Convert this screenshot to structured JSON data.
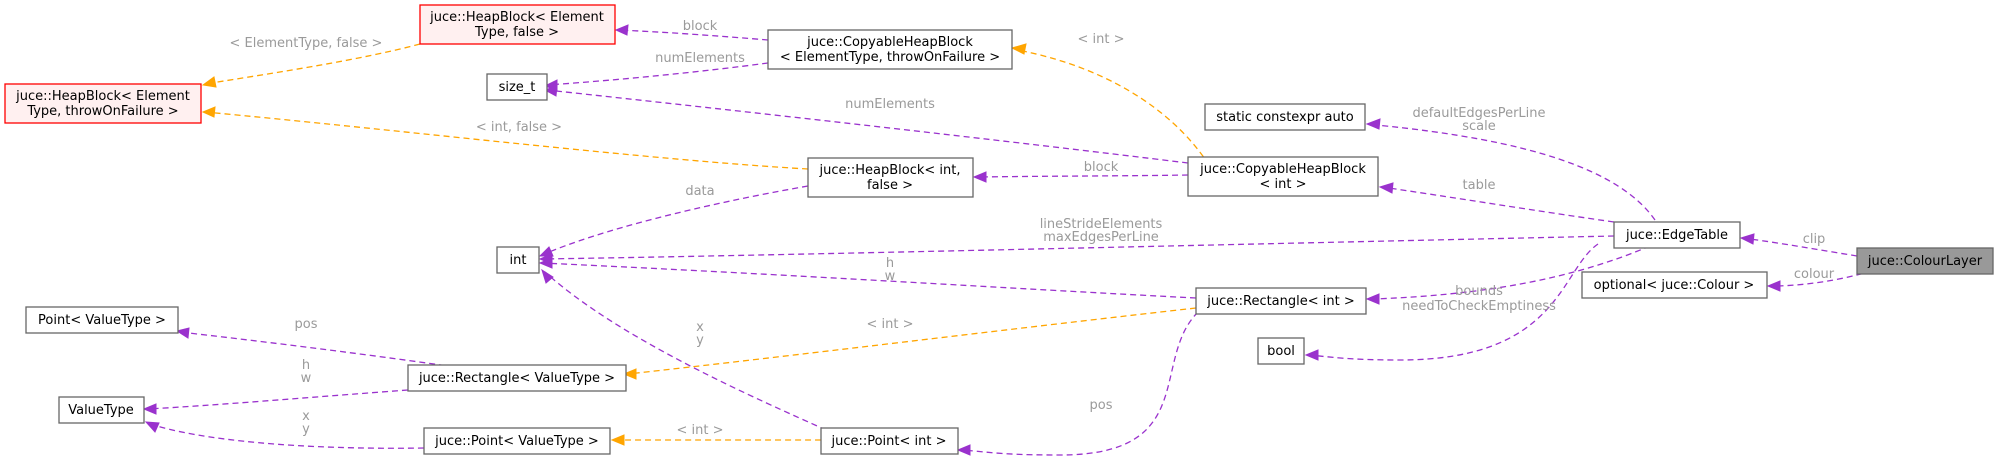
{
  "colors": {
    "edge_member": "#9a32cd",
    "edge_template": "#ffa500",
    "node_border": "#666666",
    "node_border_missing": "#ff0000",
    "focus_fill": "#999999"
  },
  "nodes": {
    "heapblock_element_false": [
      "juce::HeapBlock< Element",
      "Type, false >"
    ],
    "heapblock_element_throw": [
      "juce::HeapBlock< Element",
      "Type, throwOnFailure >"
    ],
    "copyable_element": [
      "juce::CopyableHeapBlock",
      "< ElementType, throwOnFailure >"
    ],
    "size_t": [
      "size_t"
    ],
    "static_constexpr": [
      "static constexpr auto"
    ],
    "heapblock_int_false": [
      "juce::HeapBlock< int,",
      "false >"
    ],
    "copyable_int": [
      "juce::CopyableHeapBlock",
      "< int >"
    ],
    "int": [
      "int"
    ],
    "edgetable": [
      "juce::EdgeTable"
    ],
    "colourlayer": [
      "juce::ColourLayer"
    ],
    "optional_colour": [
      "optional< juce::Colour >"
    ],
    "point_valuetype": [
      "Point< ValueType >"
    ],
    "rectangle_int": [
      "juce::Rectangle< int >"
    ],
    "bool": [
      "bool"
    ],
    "rectangle_valuetype": [
      "juce::Rectangle< ValueType >"
    ],
    "valuetype": [
      "ValueType"
    ],
    "point_juce_valuetype": [
      "juce::Point< ValueType >"
    ],
    "point_int": [
      "juce::Point< int >"
    ]
  },
  "edges": {
    "block_top": [
      "block"
    ],
    "elementtype_false": [
      "< ElementType, false >"
    ],
    "numelements_top": [
      "numElements"
    ],
    "int_top": [
      "< int >"
    ],
    "numelements_mid": [
      "numElements"
    ],
    "int_false": [
      "< int, false >"
    ],
    "block_mid": [
      "block"
    ],
    "data": [
      "data"
    ],
    "defaultedges": [
      "defaultEdgesPerLine",
      "scale"
    ],
    "table": [
      "table"
    ],
    "linestride": [
      "lineStrideElements",
      "maxEdgesPerLine"
    ],
    "clip": [
      "clip"
    ],
    "colour": [
      "colour"
    ],
    "hw_int": [
      "h",
      "w"
    ],
    "bounds": [
      "bounds"
    ],
    "needtocheck": [
      "needToCheckEmptiness"
    ],
    "pos_point": [
      "pos"
    ],
    "int_rect": [
      "< int >"
    ],
    "xy_int": [
      "x",
      "y"
    ],
    "hw_valuetype": [
      "h",
      "w"
    ],
    "xy_valuetype": [
      "x",
      "y"
    ],
    "int_point": [
      "< int >"
    ],
    "pos_rect": [
      "pos"
    ]
  }
}
